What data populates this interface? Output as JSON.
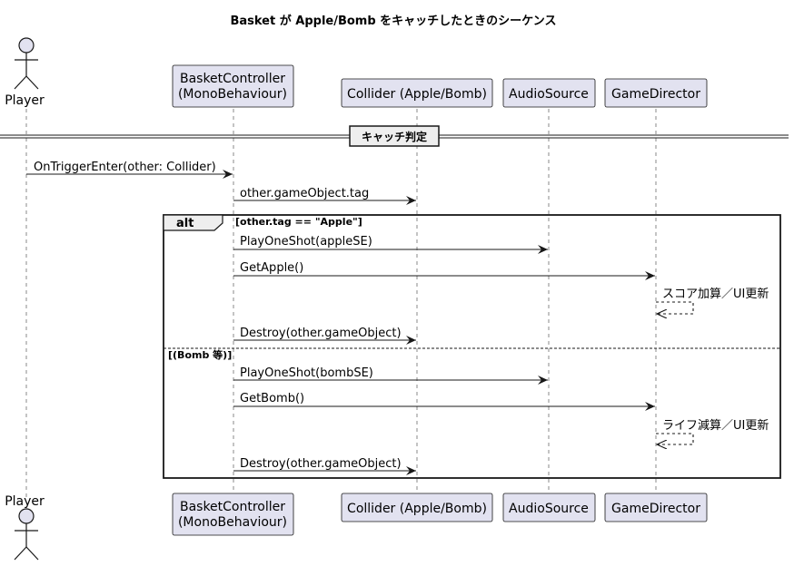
{
  "title": "Basket が Apple/Bomb をキャッチしたときのシーケンス",
  "participants": {
    "player": "Player",
    "basket_l1": "BasketController",
    "basket_l2": "(MonoBehaviour)",
    "collider": "Collider (Apple/Bomb)",
    "audio": "AudioSource",
    "director": "GameDirector"
  },
  "divider": "キャッチ判定",
  "messages": {
    "m1": "OnTriggerEnter(other: Collider)",
    "m2": "other.gameObject.tag",
    "m3": "PlayOneShot(appleSE)",
    "m4": "GetApple()",
    "m5": "スコア加算／UI更新",
    "m6": "Destroy(other.gameObject)",
    "m7": "PlayOneShot(bombSE)",
    "m8": "GetBomb()",
    "m9": "ライフ減算／UI更新",
    "m10": "Destroy(other.gameObject)"
  },
  "alt": {
    "keyword": "alt",
    "guard1": "[other.tag == \"Apple\"]",
    "guard2": "[(Bomb 等)]"
  },
  "colors": {
    "participant_fill": "#E2E2F0",
    "border": "#181818"
  }
}
